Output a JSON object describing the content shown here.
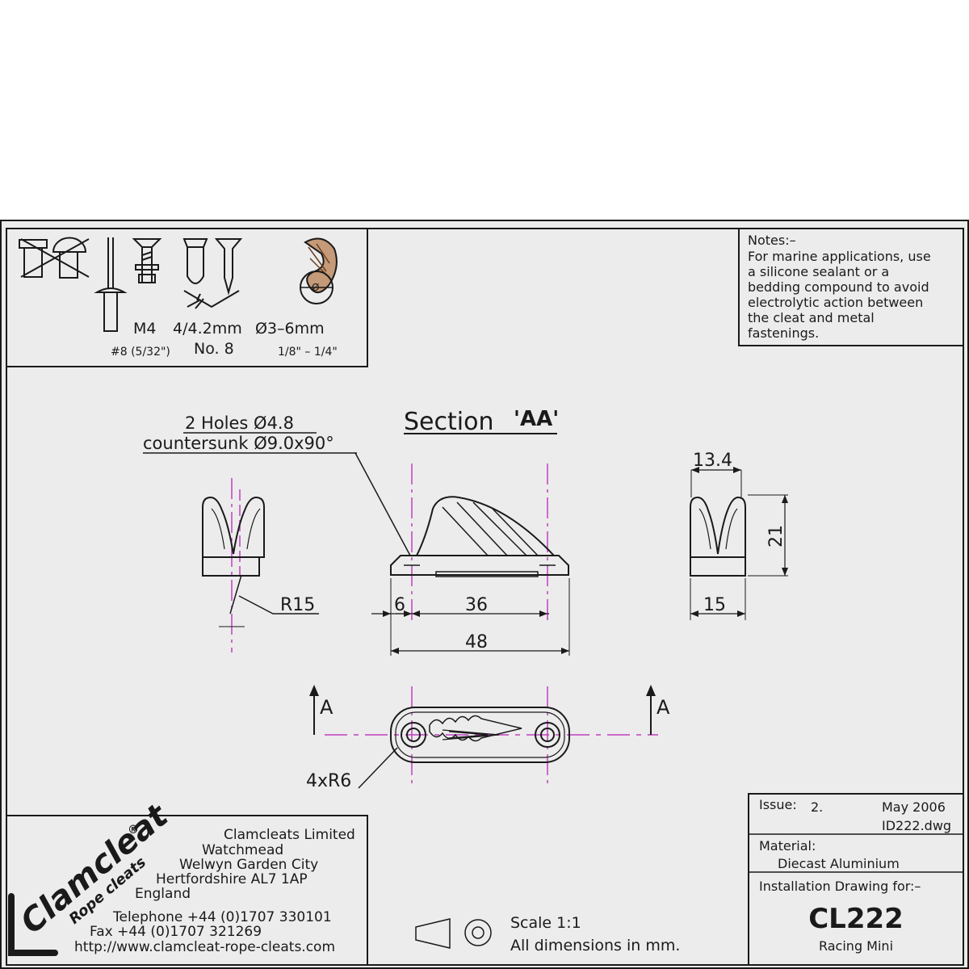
{
  "fastener_panel": {
    "size_metric": "M4",
    "screw_metric": "4/4.2mm",
    "rope_metric": "Ø3–6mm",
    "size_imperial": "#8 (5/32\")",
    "screw_imperial": "No. 8",
    "rope_imperial": "1/8\" – 1/4\"",
    "rope_symbol": "Ø"
  },
  "notes": {
    "heading": "Notes:–",
    "lines": [
      "For marine applications, use",
      "a silicone sealant or a",
      "bedding compound to avoid",
      "electrolytic action between",
      "the cleat and metal",
      "fastenings."
    ]
  },
  "drawing": {
    "section_title": "Section",
    "section_id": "'AA'",
    "holes_line1": "2 Holes Ø4.8",
    "holes_line2": "countersunk Ø9.0x90°",
    "radius_label": "R15",
    "dim_6": "6",
    "dim_36": "36",
    "dim_48": "48",
    "dim_13_4": "13.4",
    "dim_21": "21",
    "dim_15": "15",
    "corner_label": "4xR6",
    "arrow_left": "A",
    "arrow_right": "A"
  },
  "company": {
    "logo_main": "Clamcleat",
    "logo_sub": "Rope cleats",
    "logo_reg": "®",
    "name": "Clamcleats Limited",
    "addr1": "Watchmead",
    "addr2": "Welwyn Garden City",
    "addr3": "Hertfordshire AL7 1AP",
    "addr4": "England",
    "phone": "Telephone +44 (0)1707 330101",
    "fax": "Fax +44 (0)1707 321269",
    "web": "http://www.clamcleat-rope-cleats.com"
  },
  "scale": {
    "line1": "Scale 1:1",
    "line2": "All dimensions in mm."
  },
  "title_block": {
    "issue_label": "Issue:",
    "issue_value": "2.",
    "date": "May 2006",
    "file": "ID222.dwg",
    "material_label": "Material:",
    "material_value": "Diecast Aluminium",
    "drawing_for_label": "Installation Drawing for:–",
    "product_code": "CL222",
    "product_name": "Racing Mini"
  },
  "colors": {
    "sheet": "#ececec",
    "ink": "#1a1a1a",
    "centerline": "#c040c0",
    "rope": "#b07a50"
  }
}
